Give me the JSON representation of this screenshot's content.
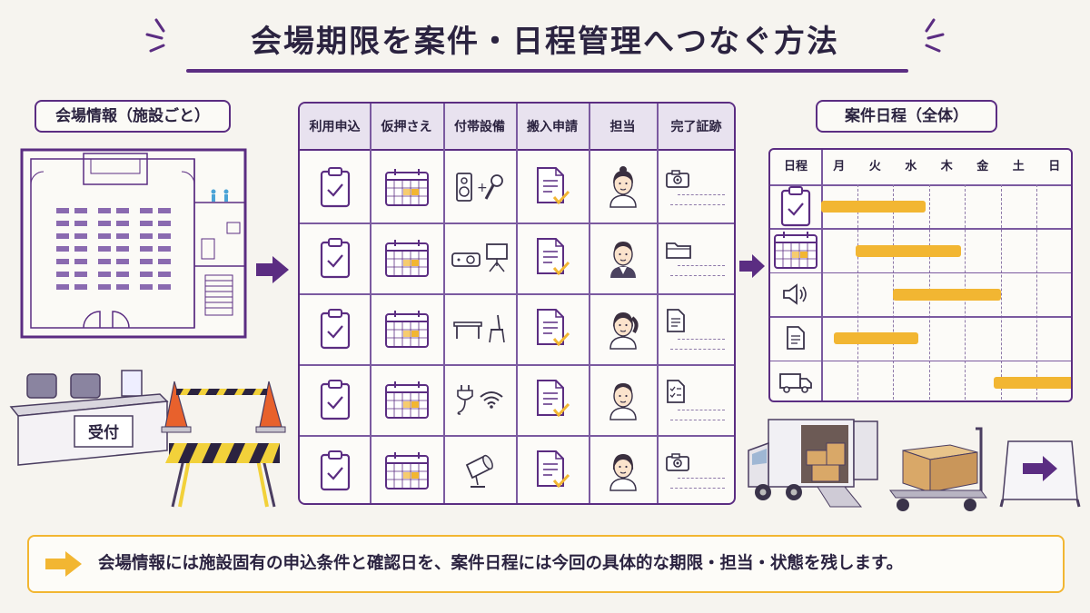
{
  "title": "会場期限を案件・日程管理へつなぐ方法",
  "venue_label": "会場情報（施設ごと）",
  "reception_sign": "受付",
  "table": {
    "headers": [
      "利用申込",
      "仮押さえ",
      "付帯設備",
      "搬入申請",
      "担当",
      "完了証跡"
    ],
    "rows": [
      {
        "equipment": [
          "speaker-icon",
          "microphone-icon"
        ],
        "person": "female-staff-icon",
        "evidence": "camera-icon"
      },
      {
        "equipment": [
          "projector-icon",
          "screen-icon"
        ],
        "person": "male-staff-suit-icon",
        "evidence": "folder-icon"
      },
      {
        "equipment": [
          "table-icon",
          "chair-icon"
        ],
        "person": "female-staff-ponytail-icon",
        "evidence": "document-icon"
      },
      {
        "equipment": [
          "power-plug-icon",
          "wifi-icon"
        ],
        "person": "male-staff-icon",
        "evidence": "checklist-icon"
      },
      {
        "equipment": [
          "spotlight-icon"
        ],
        "person": "female-staff-short-icon",
        "evidence": "camera-icon"
      }
    ]
  },
  "schedule_label": "案件日程（全体）",
  "schedule": {
    "header_first": "日程",
    "days": [
      "月",
      "火",
      "水",
      "木",
      "金",
      "土",
      "日"
    ],
    "rows": [
      {
        "icon": "clipboard-icon",
        "start_day": 0,
        "end_day": 2.9
      },
      {
        "icon": "calendar-icon",
        "start_day": 0.95,
        "end_day": 3.9
      },
      {
        "icon": "announcement-icon",
        "start_day": 2.0,
        "end_day": 5.0
      },
      {
        "icon": "document-icon",
        "start_day": 0.35,
        "end_day": 2.7
      },
      {
        "icon": "truck-icon",
        "start_day": 4.8,
        "end_day": 7.3
      }
    ]
  },
  "note": "会場情報には施設固有の申込条件と確認日を、案件日程には今回の具体的な期限・担当・状態を残します。",
  "colors": {
    "purple": "#5b2d82",
    "yellow": "#f2b632",
    "background": "#f6f4ef",
    "ink": "#2b2340"
  }
}
